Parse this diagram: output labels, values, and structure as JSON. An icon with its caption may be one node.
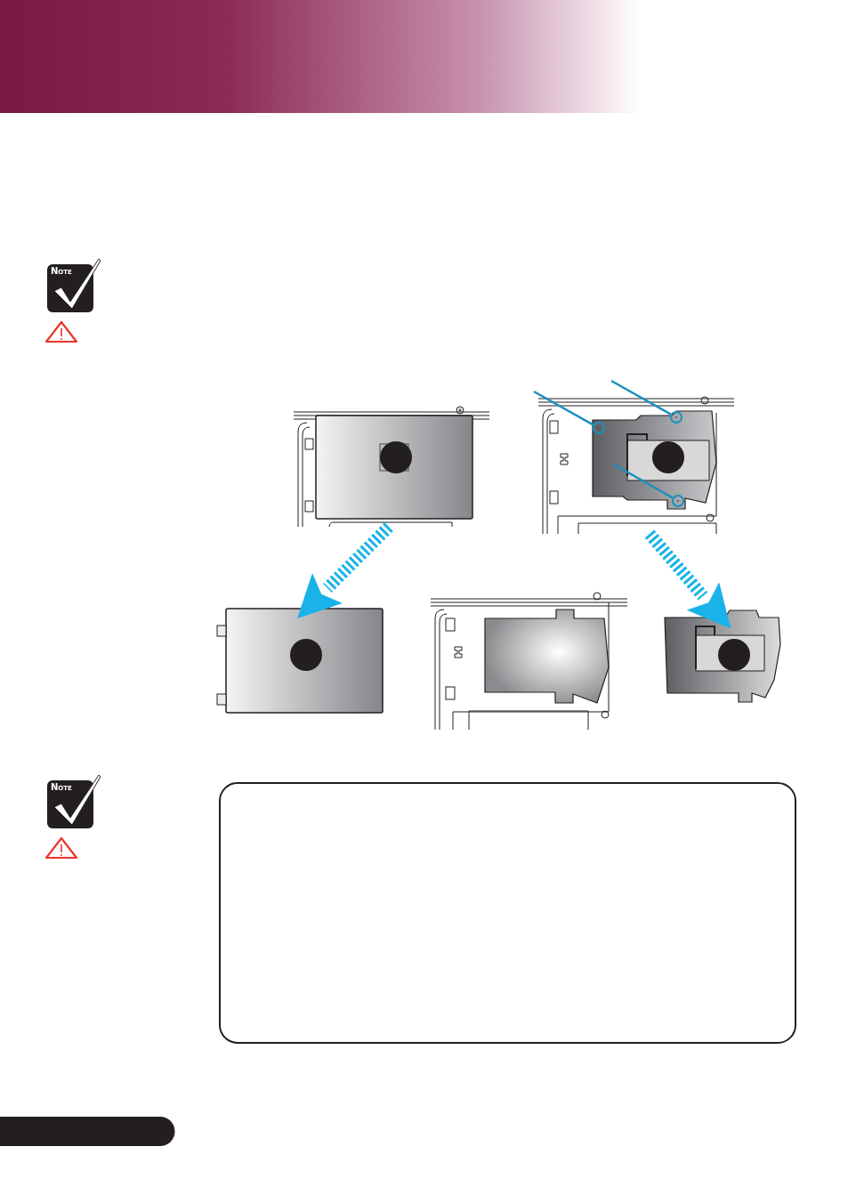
{
  "diagram": {
    "nodes": [
      {
        "text": [],
        "shape": "picture"
      },
      {
        "text": [],
        "shape": "picture"
      },
      {
        "text": [],
        "shape": "circle",
        "in": 1
      },
      {
        "text": [],
        "shape": "circle",
        "in": 1
      },
      {
        "text": [],
        "shape": "circle",
        "in": 1
      },
      {
        "text": [],
        "shape": "picture"
      },
      {
        "text": [],
        "shape": "picture"
      },
      {
        "text": [],
        "shape": "picture"
      }
    ],
    "edges": [
      {
        "from": 0,
        "to": 5,
        "arrow": "to",
        "style": "dashed",
        "color": "#19b3ea"
      },
      {
        "from": 1,
        "to": 7,
        "arrow": "to",
        "style": "dashed",
        "color": "#19b3ea"
      },
      {
        "from": null,
        "to": 2,
        "arrow": "none"
      },
      {
        "from": null,
        "to": 3,
        "arrow": "none"
      },
      {
        "from": null,
        "to": 4,
        "arrow": "none"
      }
    ],
    "labels": [
      "Note",
      "Note"
    ]
  }
}
